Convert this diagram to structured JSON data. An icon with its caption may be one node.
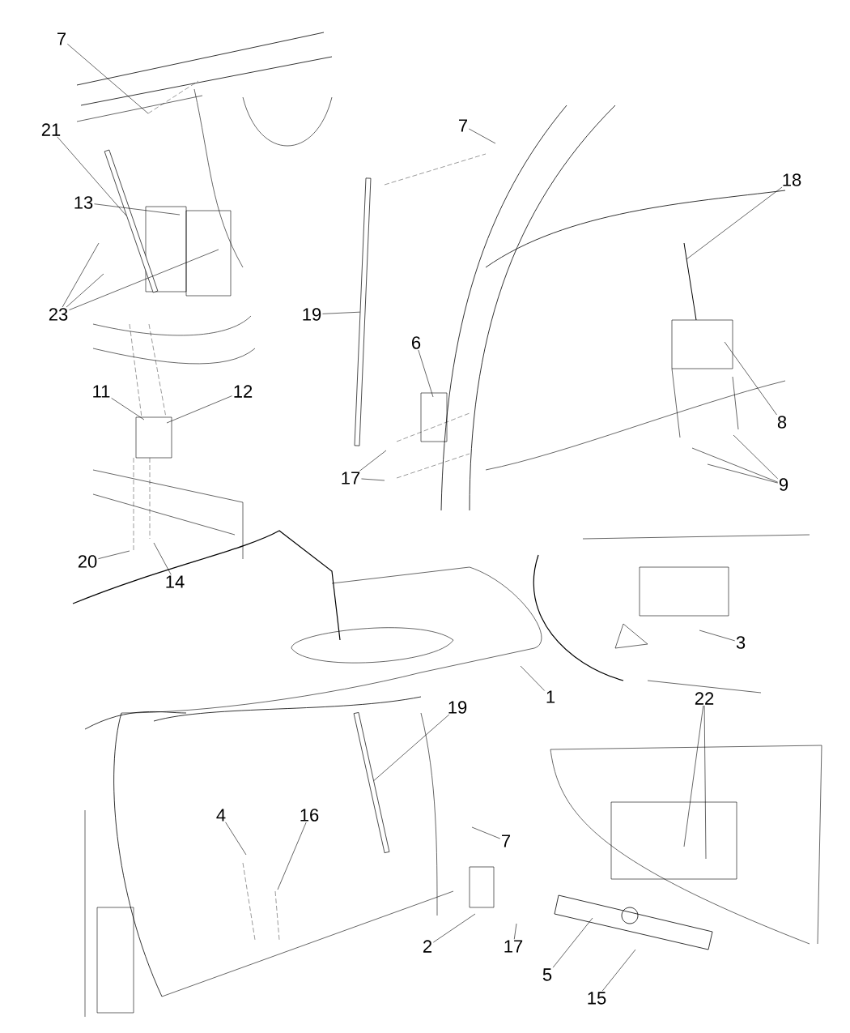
{
  "diagram": {
    "nodes": [
      {
        "text": [
          "7"
        ]
      },
      {
        "text": [
          "21"
        ]
      },
      {
        "text": [
          "13"
        ]
      },
      {
        "text": [
          "23"
        ]
      },
      {
        "text": [
          "19"
        ]
      },
      {
        "text": [
          "7"
        ]
      },
      {
        "text": [
          "18"
        ]
      },
      {
        "text": [
          "11"
        ]
      },
      {
        "text": [
          "12"
        ]
      },
      {
        "text": [
          "6"
        ]
      },
      {
        "text": [
          "8"
        ]
      },
      {
        "text": [
          "17"
        ]
      },
      {
        "text": [
          "9"
        ]
      },
      {
        "text": [
          "20"
        ]
      },
      {
        "text": [
          "14"
        ]
      },
      {
        "text": [
          "1"
        ]
      },
      {
        "text": [
          "3"
        ]
      },
      {
        "text": [
          "19"
        ]
      },
      {
        "text": [
          "22"
        ]
      },
      {
        "text": [
          "4"
        ]
      },
      {
        "text": [
          "16"
        ]
      },
      {
        "text": [
          "7"
        ]
      },
      {
        "text": [
          "2"
        ]
      },
      {
        "text": [
          "17"
        ]
      },
      {
        "text": [
          "5"
        ]
      },
      {
        "text": [
          "15"
        ]
      },
      {
        "text": [],
        "shape": "bar"
      },
      {
        "text": [],
        "shape": "bar"
      },
      {
        "text": [],
        "shape": "bar"
      }
    ],
    "edges": [
      {
        "from": 0,
        "to": null,
        "arrow": "none"
      },
      {
        "from": 1,
        "to": 26,
        "arrow": "none"
      },
      {
        "from": 2,
        "to": null,
        "arrow": "none"
      },
      {
        "from": 3,
        "to": null,
        "arrow": "none"
      },
      {
        "from": 3,
        "to": null,
        "arrow": "none"
      },
      {
        "from": 3,
        "to": null,
        "arrow": "none"
      },
      {
        "from": 4,
        "to": 27,
        "arrow": "none"
      },
      {
        "from": 5,
        "to": null,
        "arrow": "none"
      },
      {
        "from": 6,
        "to": null,
        "arrow": "none"
      },
      {
        "from": 7,
        "to": null,
        "arrow": "none"
      },
      {
        "from": 8,
        "to": null,
        "arrow": "none"
      },
      {
        "from": 9,
        "to": null,
        "arrow": "none"
      },
      {
        "from": 10,
        "to": null,
        "arrow": "none"
      },
      {
        "from": 11,
        "to": null,
        "arrow": "none"
      },
      {
        "from": 11,
        "to": null,
        "arrow": "none"
      },
      {
        "from": 12,
        "to": null,
        "arrow": "none"
      },
      {
        "from": 12,
        "to": null,
        "arrow": "none"
      },
      {
        "from": 12,
        "to": null,
        "arrow": "none"
      },
      {
        "from": 13,
        "to": null,
        "arrow": "none"
      },
      {
        "from": 14,
        "to": null,
        "arrow": "none"
      },
      {
        "from": 15,
        "to": null,
        "arrow": "none"
      },
      {
        "from": 16,
        "to": null,
        "arrow": "none"
      },
      {
        "from": 17,
        "to": 28,
        "arrow": "none"
      },
      {
        "from": 18,
        "to": null,
        "arrow": "none"
      },
      {
        "from": 18,
        "to": null,
        "arrow": "none"
      },
      {
        "from": 19,
        "to": null,
        "arrow": "none"
      },
      {
        "from": 20,
        "to": null,
        "arrow": "none"
      },
      {
        "from": 21,
        "to": null,
        "arrow": "none"
      },
      {
        "from": 22,
        "to": null,
        "arrow": "none"
      },
      {
        "from": 23,
        "to": null,
        "arrow": "none"
      },
      {
        "from": 24,
        "to": null,
        "arrow": "none"
      },
      {
        "from": 25,
        "to": null,
        "arrow": "none"
      }
    ]
  }
}
